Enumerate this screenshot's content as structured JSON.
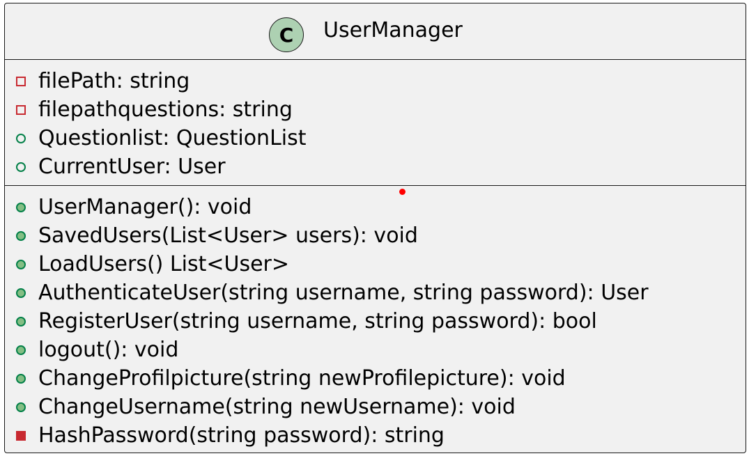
{
  "class": {
    "stereotype_letter": "C",
    "name": "UserManager"
  },
  "fields": [
    {
      "visibility": "private",
      "text": "filePath: string"
    },
    {
      "visibility": "private",
      "text": "filepathquestions: string"
    },
    {
      "visibility": "public",
      "text": "Questionlist: QuestionList"
    },
    {
      "visibility": "public",
      "text": "CurrentUser: User"
    }
  ],
  "methods": [
    {
      "visibility": "public",
      "text": "UserManager(): void"
    },
    {
      "visibility": "public",
      "text": "SavedUsers(List<User> users): void"
    },
    {
      "visibility": "public",
      "text": "LoadUsers() List<User>"
    },
    {
      "visibility": "public",
      "text": "AuthenticateUser(string username, string password): User"
    },
    {
      "visibility": "public",
      "text": "RegisterUser(string username, string password): bool"
    },
    {
      "visibility": "public",
      "text": "logout(): void"
    },
    {
      "visibility": "public",
      "text": "ChangeProfilpicture(string newProfilepicture): void"
    },
    {
      "visibility": "public",
      "text": "ChangeUsername(string newUsername): void"
    },
    {
      "visibility": "private",
      "text": "HashPassword(string password): string"
    }
  ],
  "colors": {
    "box_fill": "#f1f1f1",
    "border": "#181818",
    "class_icon": "#add1b2",
    "private": "#c82930",
    "public_stroke": "#038048",
    "public_fill": "#84be84",
    "marker_dot": "#ff0000"
  }
}
